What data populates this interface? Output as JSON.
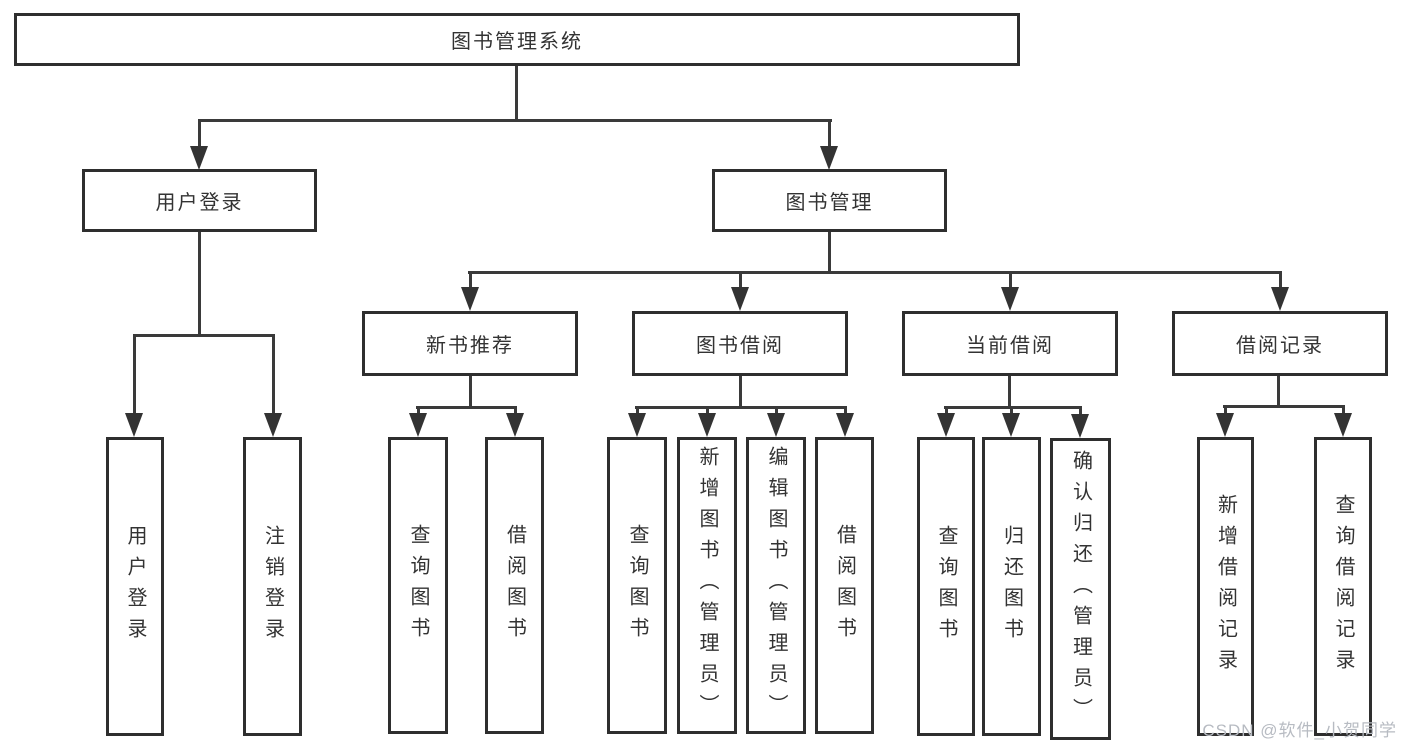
{
  "diagram_title": "图书管理系统",
  "nodes": {
    "root": "图书管理系统",
    "level2": {
      "user_login": "用户登录",
      "book_management": "图书管理"
    },
    "level3": {
      "new_book_recommend": "新书推荐",
      "book_borrow": "图书借阅",
      "current_borrow": "当前借阅",
      "borrow_records": "借阅记录"
    },
    "leaves": {
      "user_login": [
        "用户登录",
        "注销登录"
      ],
      "new_book_recommend": [
        "查询图书",
        "借阅图书"
      ],
      "book_borrow": [
        "查询图书",
        "新增图书（管理员）",
        "编辑图书（管理员）",
        "借阅图书"
      ],
      "current_borrow": [
        "查询图书",
        "归还图书",
        "确认归还（管理员）"
      ],
      "borrow_records": [
        "新增借阅记录",
        "查询借阅记录"
      ]
    }
  },
  "watermark": "CSDN @软件_小贺同学",
  "colors": {
    "background": "#ffffff",
    "box_border": "#2e2e2e",
    "connector_line": "#3a3a3a",
    "text": "#333333",
    "watermark": "#b7bbc2"
  }
}
